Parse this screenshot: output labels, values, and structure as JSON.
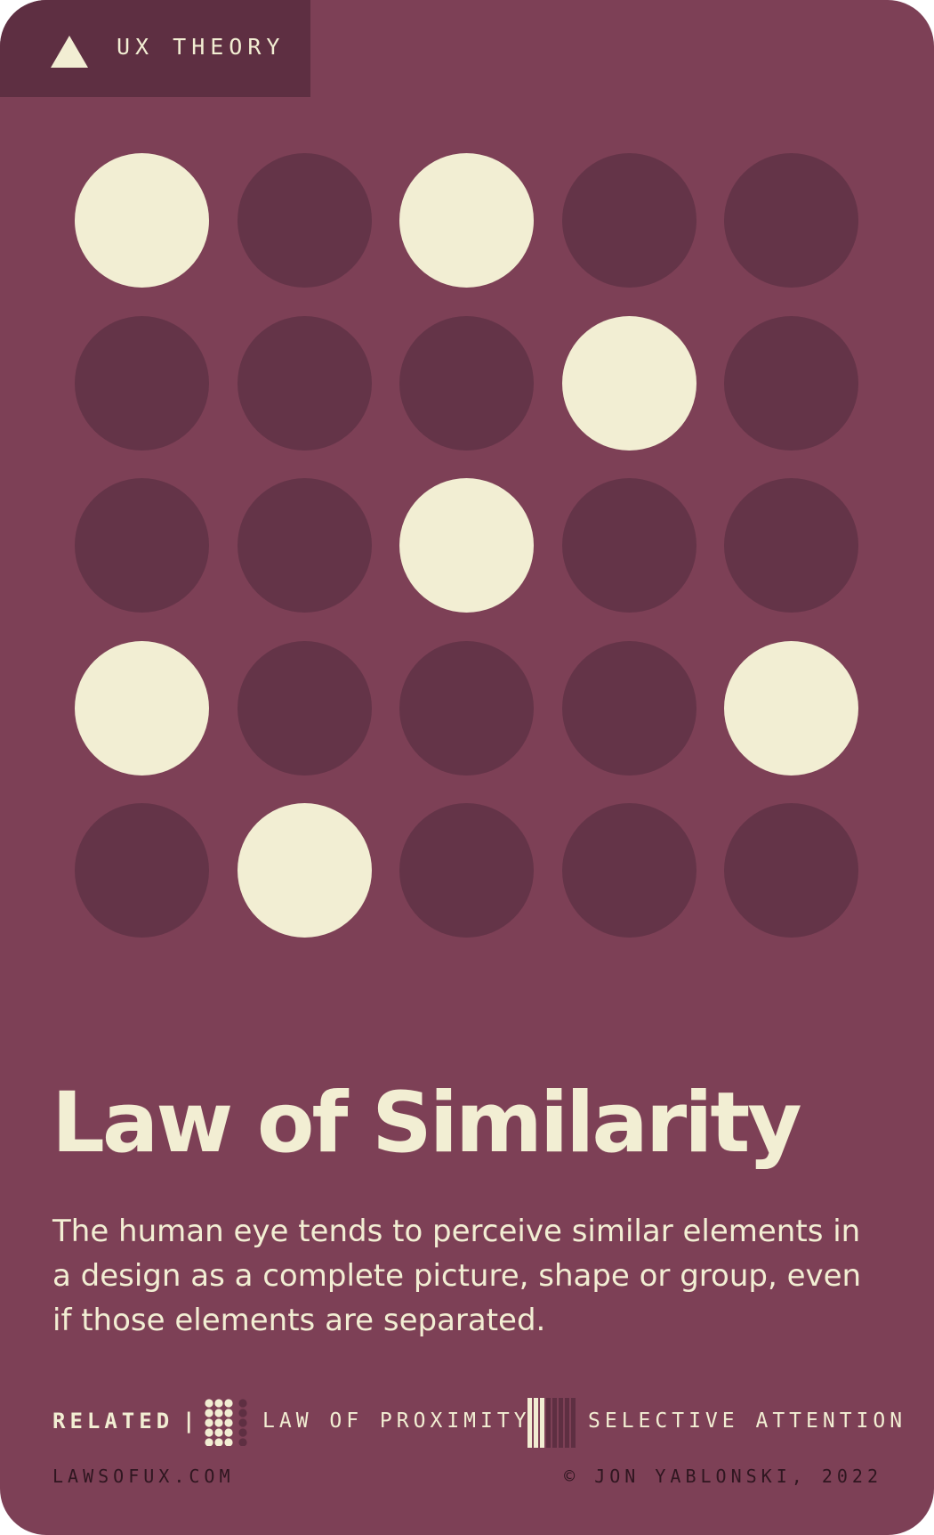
{
  "header": {
    "badge_label": "UX THEORY",
    "badge_icon": "triangle-icon"
  },
  "illustration": {
    "rows": 5,
    "cols": 5,
    "pattern": [
      [
        "light",
        "dark",
        "light",
        "dark",
        "dark"
      ],
      [
        "dark",
        "dark",
        "dark",
        "light",
        "dark"
      ],
      [
        "dark",
        "dark",
        "light",
        "dark",
        "dark"
      ],
      [
        "light",
        "dark",
        "dark",
        "dark",
        "light"
      ],
      [
        "dark",
        "light",
        "dark",
        "dark",
        "dark"
      ]
    ],
    "colors": {
      "card": "#7d4056",
      "dark_dot": "#643448",
      "light_dot": "#f2eed3",
      "badge": "#5e2f42"
    }
  },
  "main": {
    "title": "Law of Similarity",
    "description": "The human eye tends to perceive similar elements in a design as a complete picture, shape or group, even if those elements are separated."
  },
  "related": {
    "label": "RELATED",
    "separator": "|",
    "items": [
      {
        "label": "LAW OF PROXIMITY",
        "icon": "dot-grid-icon"
      },
      {
        "label": "SELECTIVE ATTENTION",
        "icon": "vertical-bars-icon"
      }
    ]
  },
  "footer": {
    "site": "LAWSOFUX.COM",
    "copyright": "© JON YABLONSKI, 2022"
  }
}
